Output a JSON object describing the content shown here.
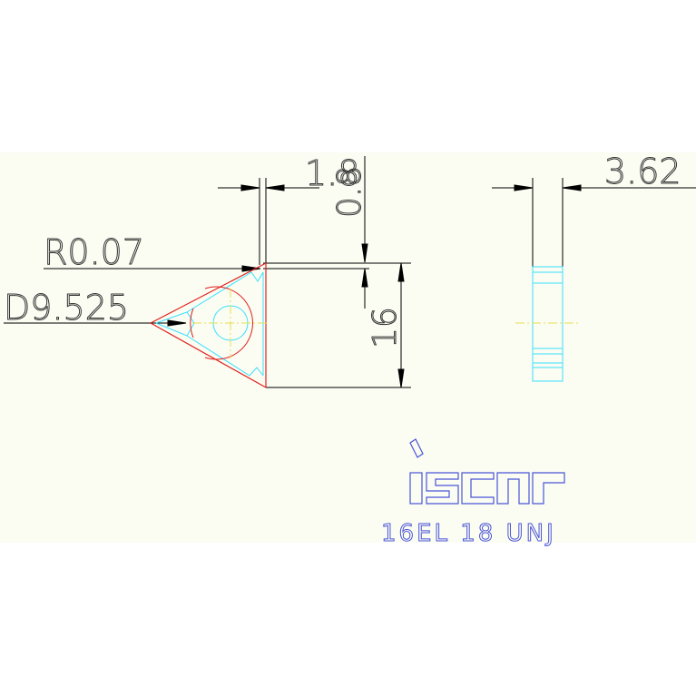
{
  "colors": {
    "background_band": "#fbfcf2",
    "page": "#ffffff",
    "dimension": "#000000",
    "outline_red": "#e0201c",
    "outline_cyan": "#38e0ff",
    "centerline_yellow": "#e8e050",
    "brand_blue": "#4a55d8"
  },
  "dimensions": {
    "width_top": "1.8",
    "height_small": "0.8",
    "radius": "R0.07",
    "inscribed_circle": "D9.525",
    "edge_length": "16",
    "thickness": "3.62"
  },
  "logo": {
    "text": "iscar",
    "icon": "iscar-logo"
  },
  "insert": {
    "designation": "16EL 18 UNJ"
  }
}
